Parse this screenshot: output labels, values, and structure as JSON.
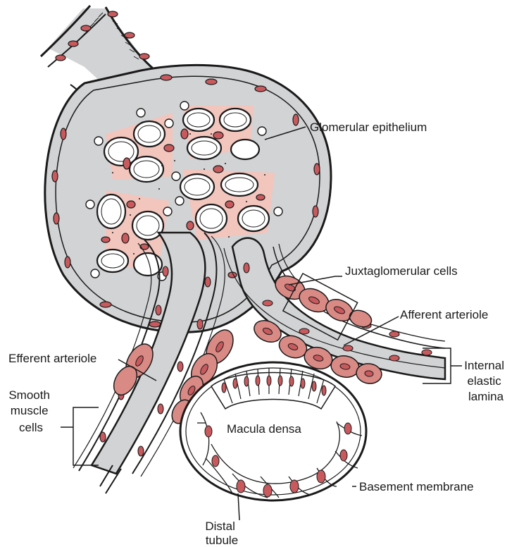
{
  "diagram": {
    "colors": {
      "lumen": "#d2d3d5",
      "nucleus": "#c85a5e",
      "cell_pink": "#d98a85",
      "mesangium": "#f2c5bd",
      "outline": "#1a1a1a",
      "background": "#ffffff"
    },
    "labels": {
      "glomerular_epithelium": "Glomerular epithelium",
      "juxtaglomerular_cells": "Juxtaglomerular cells",
      "afferent_arteriole": "Afferent arteriole",
      "efferent_arteriole": "Efferent arteriole",
      "internal_elastic_lamina": [
        "Internal",
        "elastic",
        "lamina"
      ],
      "smooth_muscle_cells": [
        "Smooth",
        "muscle",
        "cells"
      ],
      "macula_densa": "Macula densa",
      "basement_membrane": "Basement membrane",
      "distal_tubule": [
        "Distal",
        "tubule"
      ]
    }
  }
}
